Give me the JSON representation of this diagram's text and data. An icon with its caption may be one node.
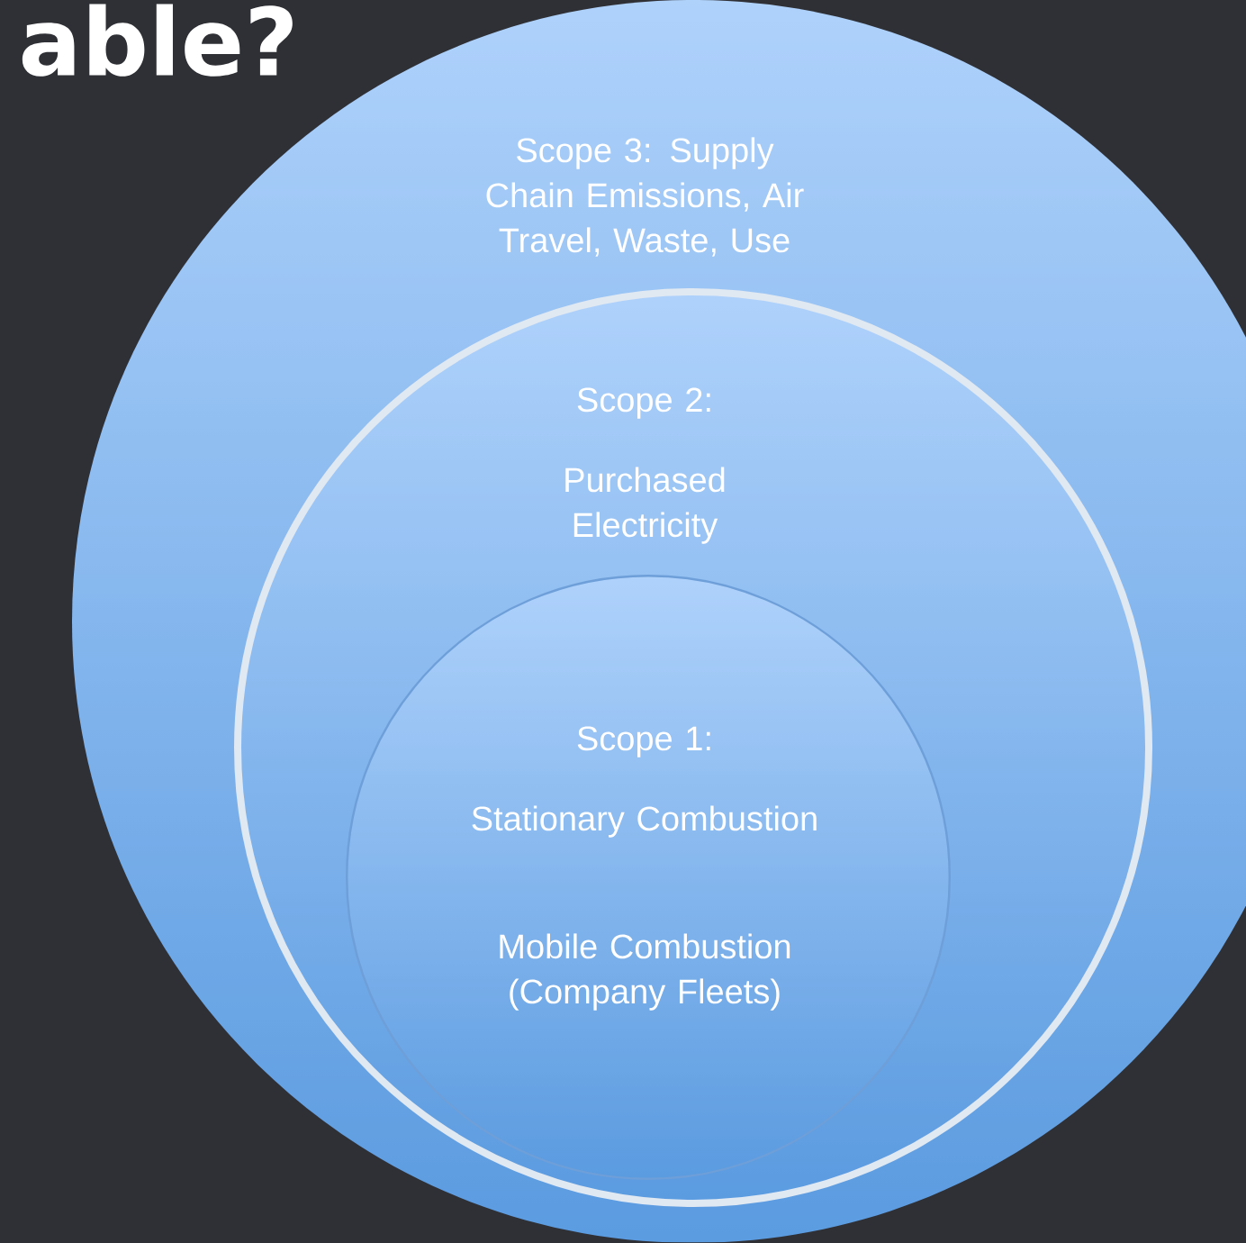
{
  "diagram": {
    "title": "able?",
    "nodes": [
      {
        "text": [
          "Scope 3: Supply Chain Emissions, Air Travel, Waste, Use"
        ]
      },
      {
        "text": [
          "Scope 2:",
          "Purchased Electricity"
        ],
        "in": 0
      },
      {
        "text": [
          "Scope 1:",
          "Stationary Combustion",
          "Mobile Combustion (Company Fleets)"
        ],
        "in": 1
      }
    ]
  }
}
